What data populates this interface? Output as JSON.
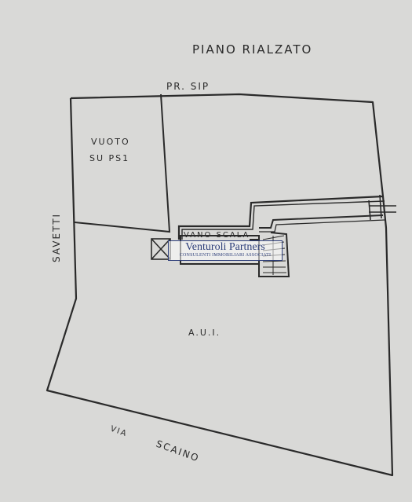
{
  "plan": {
    "title": "PIANO RIALZATO",
    "top_street": "PR. SIP",
    "left_street": "SAVETTI",
    "void_label_line1": "VUOTO",
    "void_label_line2": "SU PS1",
    "stair_label": "VANO SCALA",
    "unit_label": "A.U.I.",
    "bottom_street_prefix": "VIA",
    "bottom_street": "SCAINO"
  },
  "watermark": {
    "name": "Venturoli Partners",
    "subtitle": "CONSULENTI IMMOBILIARI ASSOCIATI"
  },
  "colors": {
    "paper": "#d9d9d7",
    "ink": "#2a2a2a",
    "watermark": "#2e3f7a"
  }
}
